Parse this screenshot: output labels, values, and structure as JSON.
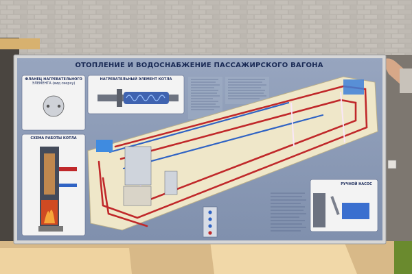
{
  "panel": {
    "title": "ОТОПЛЕНИЕ И ВОДОСНАБЖЕНИЕ ПАССАЖИРСКОГО ВАГОНА"
  },
  "insets": {
    "flange_label_1": "ФЛАНЕЦ НАГРЕВАТЕЛЬНОГО",
    "flange_label_2": "ЭЛЕМЕНТА (вид сверху)",
    "heater_label": "НАГРЕВАТЕЛЬНЫЙ ЭЛЕМЕНТ КОТЛА",
    "boiler_scheme_label": "СХЕМА РАБОТЫ КОТЛА",
    "hand_pump_label": "РУЧНОЙ НАСОС"
  },
  "colors": {
    "board_bg": "#8c9bb7",
    "board_frame": "#d9d9d9",
    "pipe_hot": "#c0282a",
    "pipe_cold": "#2f63c4",
    "floor_plan": "#efe7c9",
    "brick": "#bdb8b1",
    "table": "#e8c98f"
  }
}
